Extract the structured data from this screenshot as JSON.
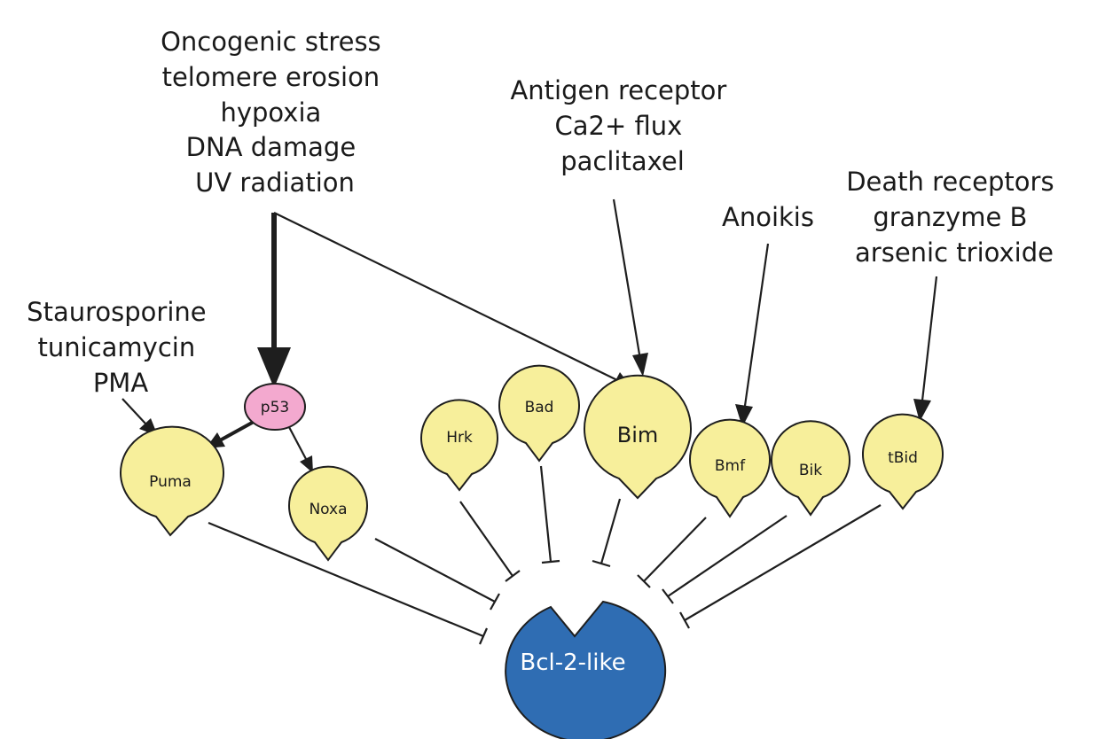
{
  "stimuli": {
    "p53_upstream": [
      "Oncogenic stress",
      "telomere erosion",
      "hypoxia",
      "DNA damage",
      "UV radiation"
    ],
    "bim_upstream": [
      "Antigen receptor",
      "Ca2+ flux",
      "paclitaxel"
    ],
    "bmf_upstream": [
      "Anoikis"
    ],
    "tbid_upstream": [
      "Death receptors",
      "granzyme B",
      "arsenic trioxide"
    ],
    "puma_upstream": [
      "Staurosporine",
      "tunicamycin",
      "PMA"
    ]
  },
  "nodes": {
    "p53": "p53",
    "puma": "Puma",
    "noxa": "Noxa",
    "hrk": "Hrk",
    "bad": "Bad",
    "bim": "Bim",
    "bmf": "Bmf",
    "bik": "Bik",
    "tbid": "tBid"
  },
  "target": "Bcl-2-like",
  "colors": {
    "bh3_node_fill": "#f7ef9b",
    "p53_fill": "#f3a9cf",
    "target_fill": "#2f6db3",
    "line": "#1e1e1e"
  },
  "edges": {
    "activation": [
      [
        "stress_stimuli",
        "p53"
      ],
      [
        "stress_stimuli",
        "bim"
      ],
      [
        "p53",
        "puma"
      ],
      [
        "p53",
        "noxa"
      ],
      [
        "puma_stimuli",
        "puma"
      ],
      [
        "bim_stimuli",
        "bim"
      ],
      [
        "bmf_stimuli",
        "bmf"
      ],
      [
        "tbid_stimuli",
        "tbid"
      ]
    ],
    "inhibition": [
      [
        "puma",
        "target"
      ],
      [
        "noxa",
        "target"
      ],
      [
        "hrk",
        "target"
      ],
      [
        "bad",
        "target"
      ],
      [
        "bim",
        "target"
      ],
      [
        "bmf",
        "target"
      ],
      [
        "bik",
        "target"
      ],
      [
        "tbid",
        "target"
      ]
    ]
  }
}
